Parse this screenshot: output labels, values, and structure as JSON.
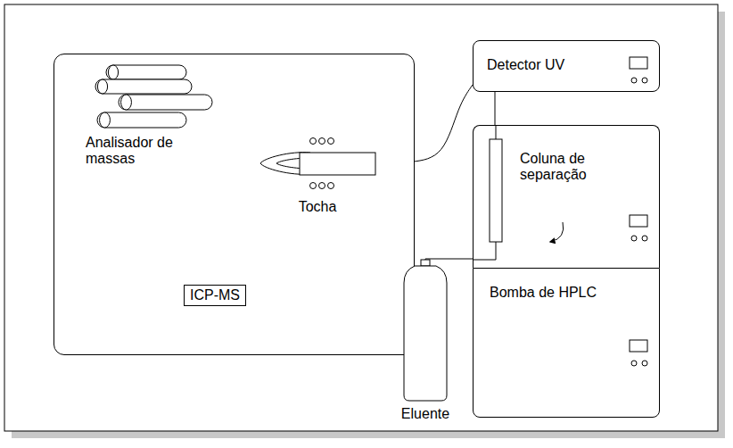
{
  "diagram": {
    "nodes": [
      {
        "text": [
          "ICP-MS"
        ]
      },
      {
        "text": [
          "Analisador de massas"
        ],
        "in": 0
      },
      {
        "text": [
          "Tocha"
        ],
        "in": 0
      },
      {
        "text": [
          "Detector UV"
        ]
      },
      {
        "text": [
          "Coluna de separação"
        ]
      },
      {
        "text": [
          "Bomba de HPLC"
        ]
      },
      {
        "text": [
          "Eluente"
        ]
      }
    ],
    "edges": [
      {
        "from": 2,
        "to": 3,
        "arrow": "none"
      },
      {
        "from": 6,
        "to": 4,
        "arrow": "none"
      },
      {
        "from": 4,
        "to": 3,
        "arrow": "none"
      }
    ]
  }
}
